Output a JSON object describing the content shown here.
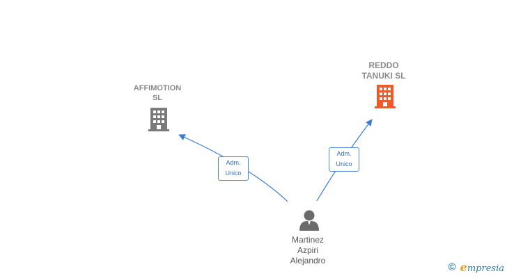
{
  "nodes": {
    "affimotion": {
      "label": "AFFIMOTION\nSL",
      "icon": "building-icon",
      "color": "#7a7a7a"
    },
    "reddo": {
      "label": "REDDO\nTANUKI  SL",
      "icon": "building-icon",
      "color": "#f05a28"
    },
    "person": {
      "label": "Martinez\nAzpiri\nAlejandro",
      "icon": "person-icon",
      "color": "#6b6b6b"
    }
  },
  "edges": [
    {
      "from": "person",
      "to": "affimotion",
      "role": "Adm.\nUnico"
    },
    {
      "from": "person",
      "to": "reddo",
      "role": "Adm.\nUnico"
    }
  ],
  "edge_color": "#3a7bd5",
  "copyright": {
    "symbol": "©",
    "brand_initial": "e",
    "brand_rest": "mpresia"
  }
}
